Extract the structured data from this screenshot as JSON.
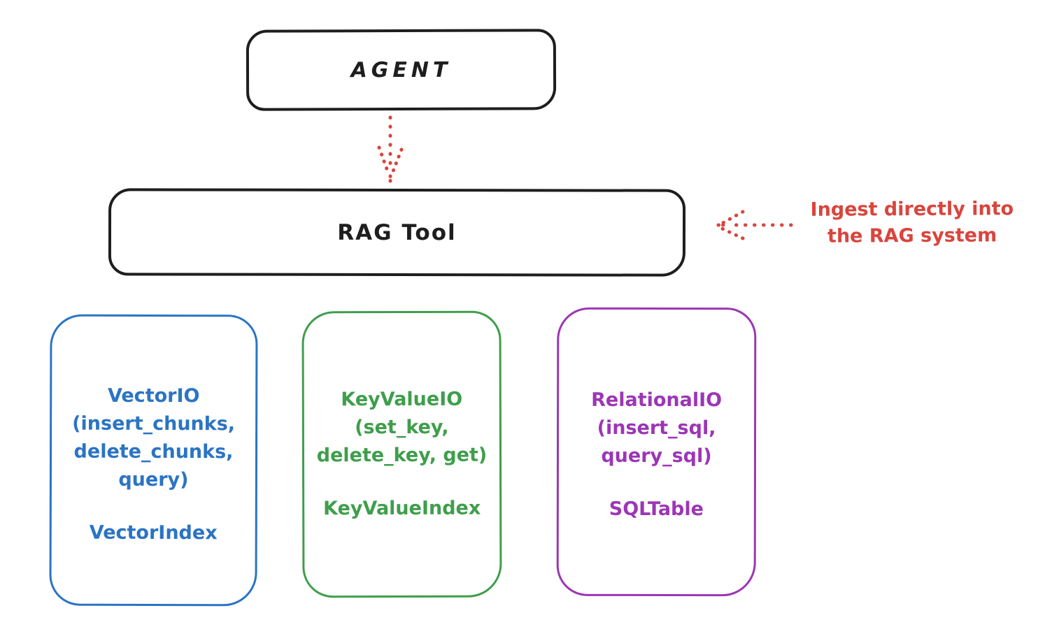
{
  "canvas": {
    "background": "#ffffff"
  },
  "diagram": {
    "agent": {
      "label": "AGENT"
    },
    "rag_tool": {
      "label": "RAG Tool"
    },
    "annotation": {
      "line1": "Ingest directly into",
      "line2": "the RAG system",
      "color": "#d9453d"
    },
    "arrows": [
      {
        "name": "agent-to-rag-arrow",
        "style": "dotted",
        "direction": "down",
        "color": "#d9453d"
      },
      {
        "name": "ingest-arrow",
        "style": "dotted",
        "direction": "left",
        "color": "#d9453d"
      }
    ],
    "stores": [
      {
        "name": "vector-store",
        "color": "#2b74c4",
        "lines": [
          "VectorIO",
          "(insert_chunks,",
          "delete_chunks,",
          "query)"
        ],
        "index_label": "VectorIndex"
      },
      {
        "name": "keyvalue-store",
        "color": "#3f9e4c",
        "lines": [
          "KeyValueIO",
          "(set_key,",
          "delete_key, get)"
        ],
        "index_label": "KeyValueIndex"
      },
      {
        "name": "relational-store",
        "color": "#9c36b5",
        "lines": [
          "RelationalIO",
          "(insert_sql,",
          "query_sql)"
        ],
        "index_label": "SQLTable"
      }
    ],
    "colors": {
      "ink": "#1e1e1e",
      "arrow_red": "#d9453d"
    }
  }
}
